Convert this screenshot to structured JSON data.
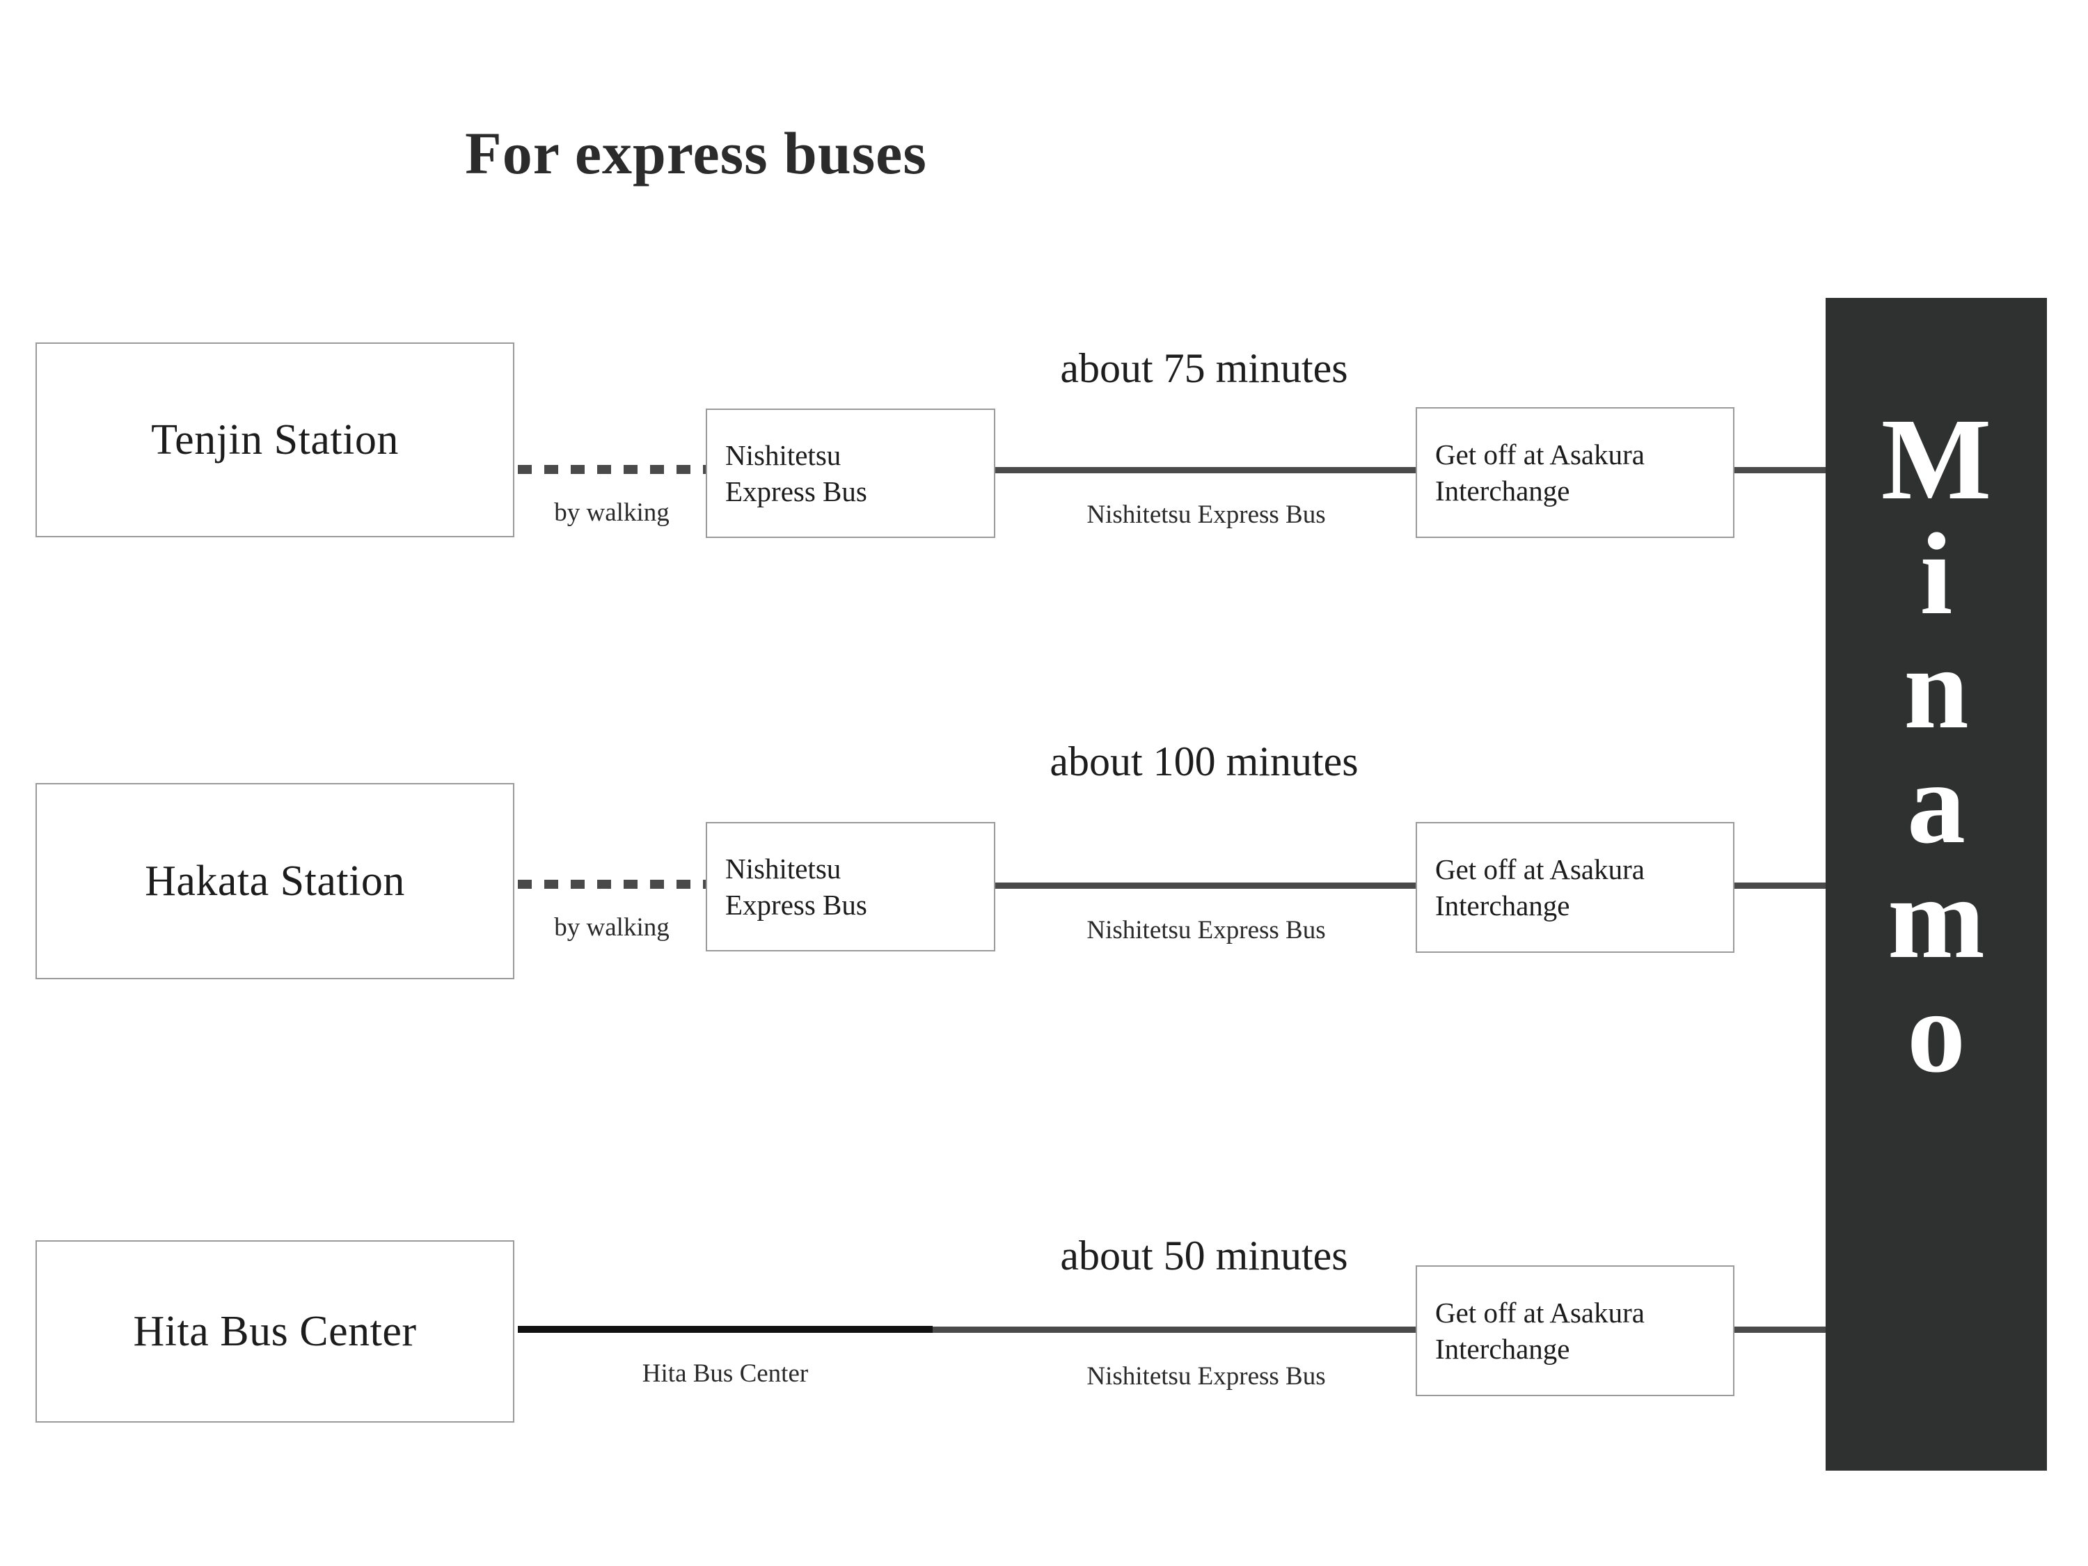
{
  "title": "For express buses",
  "destination": {
    "name": "Minamo",
    "letters": [
      "M",
      "i",
      "n",
      "a",
      "m",
      "o"
    ],
    "background_color": "#2f3131",
    "text_color": "#ffffff"
  },
  "routes": [
    {
      "id": "tenjin",
      "origin": "Tenjin Station",
      "duration": "about 75 minutes",
      "steps": [
        {
          "kind": "edge",
          "label": "by walking",
          "style": "dotted"
        },
        {
          "kind": "box",
          "label": "Nishitetsu\nExpress Bus"
        },
        {
          "kind": "edge",
          "label": "Nishitetsu Express Bus",
          "style": "solid"
        },
        {
          "kind": "box",
          "label": "Get off at Asakura\nInterchange"
        },
        {
          "kind": "edge",
          "label": "",
          "style": "solid"
        }
      ]
    },
    {
      "id": "hakata",
      "origin": "Hakata Station",
      "duration": "about 100 minutes",
      "steps": [
        {
          "kind": "edge",
          "label": "by walking",
          "style": "dotted"
        },
        {
          "kind": "box",
          "label": "Nishitetsu\nExpress Bus"
        },
        {
          "kind": "edge",
          "label": "Nishitetsu Express Bus",
          "style": "solid"
        },
        {
          "kind": "box",
          "label": "Get off at Asakura\nInterchange"
        },
        {
          "kind": "edge",
          "label": "",
          "style": "solid"
        }
      ]
    },
    {
      "id": "hita",
      "origin": "Hita Bus Center",
      "duration": "about 50 minutes",
      "steps": [
        {
          "kind": "edge",
          "label": "Hita Bus Center",
          "style": "solid-strong"
        },
        {
          "kind": "edge",
          "label": "Nishitetsu Express Bus",
          "style": "solid"
        },
        {
          "kind": "box",
          "label": "Get off at Asakura\nInterchange"
        },
        {
          "kind": "edge",
          "label": "",
          "style": "solid"
        }
      ]
    }
  ],
  "colors": {
    "box_border": "#9a9a9a",
    "line": "#4a4a4a",
    "line_strong": "#111111",
    "background": "#ffffff",
    "text": "#1c1c1c"
  }
}
